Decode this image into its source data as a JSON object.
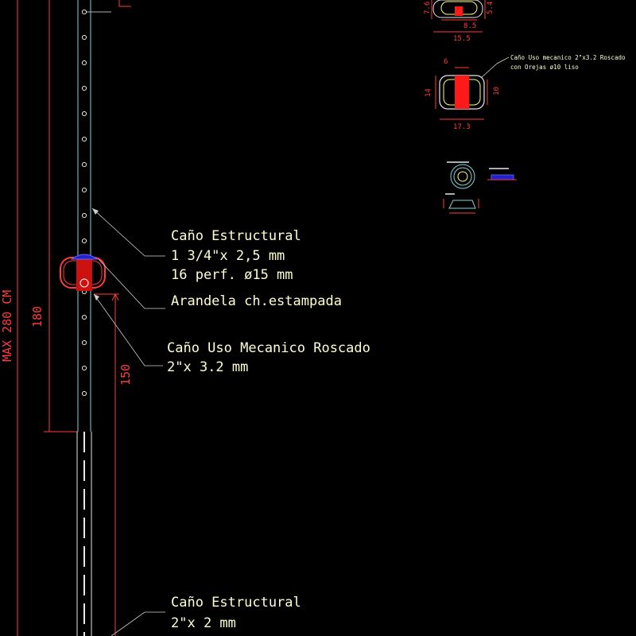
{
  "labels": {
    "upper_tube": {
      "name": "Caño Estructural",
      "size": "1 3/4\"x 2,5 mm",
      "perf": "16 perf. ø15 mm"
    },
    "washer": "Arandela ch.estampada",
    "threaded_tube": {
      "name": "Caño Uso Mecanico Roscado",
      "size": "2\"x 3.2 mm"
    },
    "lower_tube": {
      "name": "Caño Estructural",
      "size": "2\"x 2 mm"
    },
    "detail_note": {
      "line1": "Caño Uso mecanico 2\"x3.2 Roscado",
      "line2": "con Orejas ø10 liso"
    }
  },
  "dimensions": {
    "max_height": "MAX 280 CM",
    "d180": "180",
    "d150": "150",
    "top_detail": {
      "width": "15.5",
      "inner": "8.5",
      "left": "7.6",
      "right": "5.4"
    },
    "clamp_detail": {
      "top": "6",
      "left": "14",
      "right": "10",
      "bottom": "17.3"
    }
  },
  "colors": {
    "label_text": "#ffffd0",
    "dimension": "#ff3b3b",
    "tube": "#7fd6d6",
    "leader": "#cfcfcf",
    "washer": "#2222cc",
    "clamp_fill": "#ff1a1a"
  }
}
